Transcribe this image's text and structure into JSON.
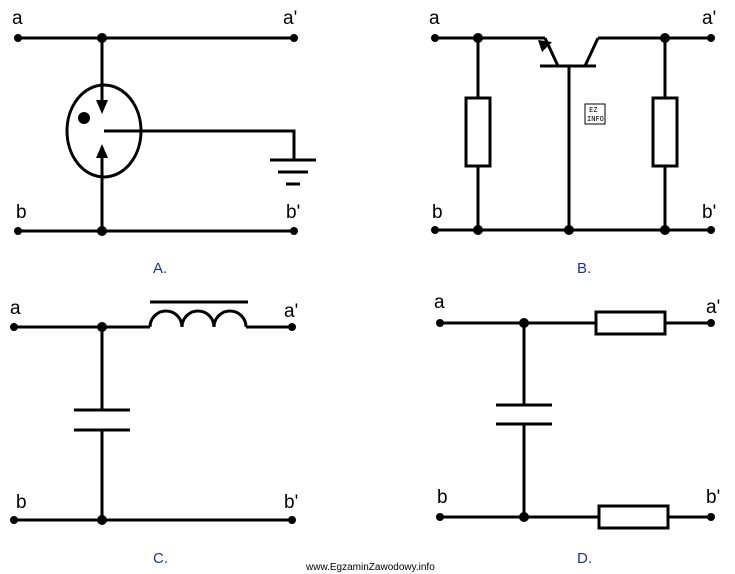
{
  "terminals": {
    "a": "a",
    "a_prime": "a'",
    "b": "b",
    "b_prime": "b'"
  },
  "options": {
    "A": "A.",
    "B": "B.",
    "C": "C.",
    "D": "D."
  },
  "logo": {
    "line1": "EZ",
    "line2": "INFO"
  },
  "watermark": "www.EgzaminZawodowy.info",
  "colors": {
    "line": "#000000",
    "caption": "#1f2f9a"
  }
}
